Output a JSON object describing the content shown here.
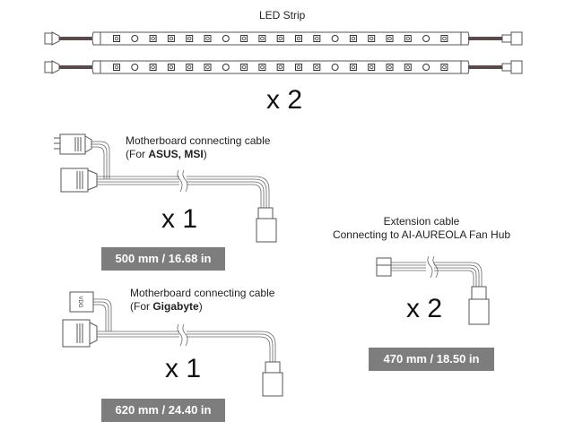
{
  "led_strip": {
    "title": "LED Strip",
    "quantity": "x 2",
    "led_pattern": [
      "square",
      "circle",
      "square",
      "square",
      "square",
      "square",
      "circle",
      "square",
      "square",
      "square",
      "square",
      "square",
      "circle",
      "square",
      "square",
      "square",
      "square",
      "circle",
      "square"
    ]
  },
  "asus_cable": {
    "title_line1": "Motherboard connecting cable",
    "title_prefix": "(For ",
    "title_bold": "ASUS, MSI",
    "title_suffix": ")",
    "quantity": "x 1",
    "length": "500 mm / 16.68 in"
  },
  "gigabyte_cable": {
    "title_line1": "Motherboard connecting cable",
    "title_prefix": "(For ",
    "title_bold": "Gigabyte",
    "title_suffix": ")",
    "connector_label": "VDG",
    "quantity": "x 1",
    "length": "620 mm / 24.40 in"
  },
  "extension_cable": {
    "title_line1": "Extension cable",
    "title_line2": "Connecting to AI-AUREOLA Fan Hub",
    "quantity": "x 2",
    "length": "470 mm / 18.50 in"
  },
  "colors": {
    "line": "#555555",
    "wire": "#6b5a55",
    "badge": "#7d7d7d"
  }
}
